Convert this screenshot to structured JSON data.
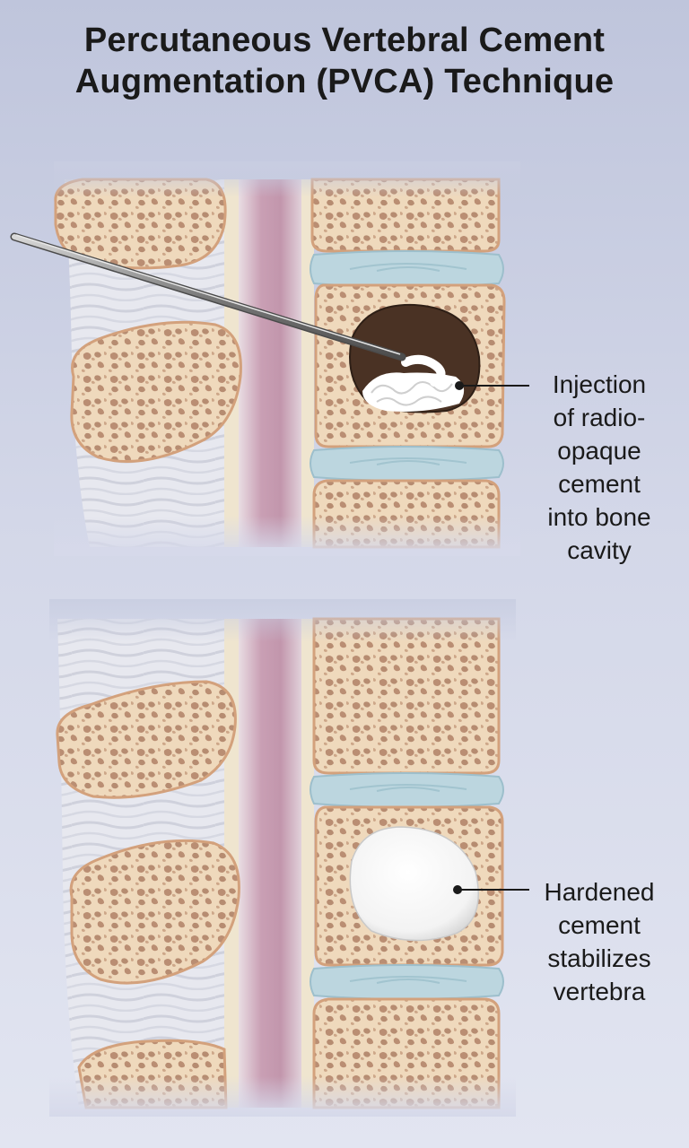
{
  "title": {
    "line1": "Percutaneous Vertebral Cement",
    "line2": "Augmentation (PVCA) Technique"
  },
  "panels": {
    "injection": {
      "label_lines": [
        "Injection",
        "of radio-",
        "opaque",
        "cement",
        "into bone",
        "cavity"
      ]
    },
    "hardened": {
      "label_lines": [
        "Hardened",
        "cement",
        "stabilizes",
        "vertebra"
      ]
    }
  },
  "colors": {
    "bone_fill": "#f1dcbf",
    "bone_outline": "#d4a07a",
    "disc_fill": "#bcd6df",
    "spinal_cord": "#c9a2b6",
    "cavity": "#4a3224",
    "cement": "#ffffff",
    "needle": "#6b6b6b"
  }
}
